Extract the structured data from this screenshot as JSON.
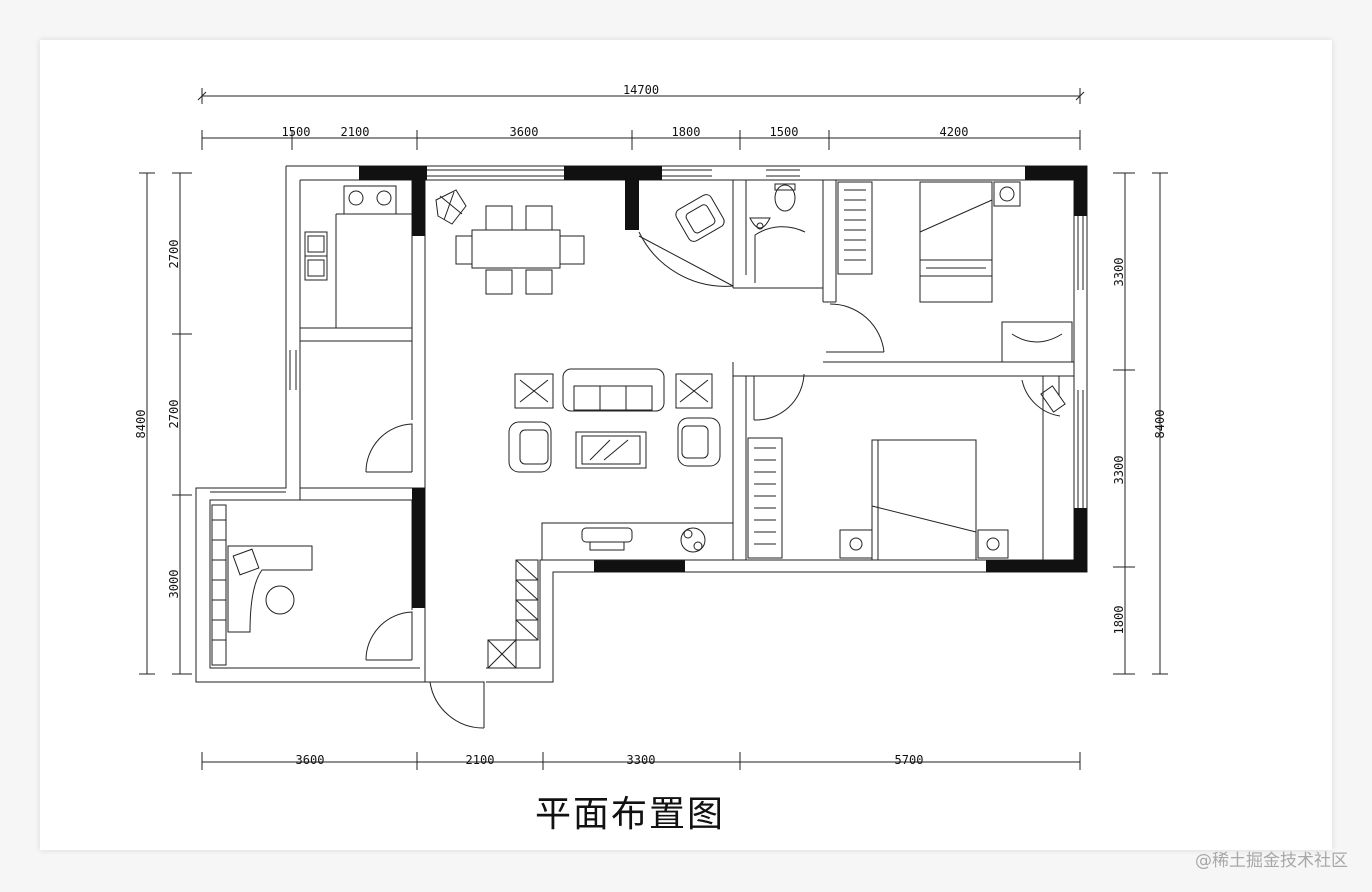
{
  "title": "平面布置图",
  "watermark": "@稀土掘金技术社区",
  "dimensions": {
    "overall_top": "14700",
    "top": [
      "1500",
      "2100",
      "3600",
      "1800",
      "1500",
      "4200"
    ],
    "bottom": [
      "3600",
      "2100",
      "3300",
      "5700"
    ],
    "left_overall": "8400",
    "left": [
      "2700",
      "2700",
      "3000"
    ],
    "right_overall": "8400",
    "right": [
      "3300",
      "3300",
      "1800"
    ]
  }
}
